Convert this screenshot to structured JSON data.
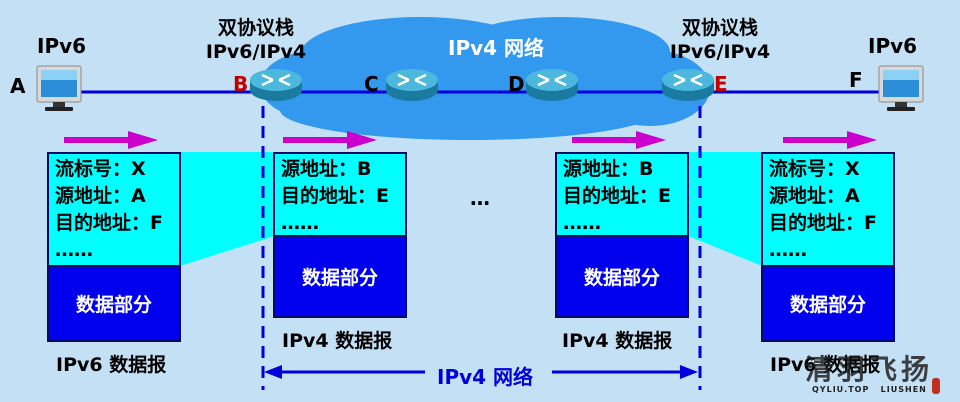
{
  "diagram": {
    "title_left_host": "IPv6",
    "title_right_host": "IPv6",
    "dual_stack_left": {
      "line1": "双协议栈",
      "line2": "IPv6/IPv4"
    },
    "dual_stack_right": {
      "line1": "双协议栈",
      "line2": "IPv6/IPv4"
    },
    "cloud_label": "IPv4 网络",
    "nodes": {
      "A": "A",
      "B": "B",
      "C": "C",
      "D": "D",
      "E": "E",
      "F": "F"
    },
    "ellipsis": "…",
    "packets": [
      {
        "id": "ipv6-left",
        "header": [
          "流标号：X",
          "源地址：A",
          "目的地址：F",
          "……"
        ],
        "body": "数据部分",
        "caption": "IPv6 数据报"
      },
      {
        "id": "ipv4-left",
        "header": [
          "源地址：B",
          "目的地址：E",
          "……"
        ],
        "body": "数据部分",
        "caption": "IPv4 数据报"
      },
      {
        "id": "ipv4-right",
        "header": [
          "源地址：B",
          "目的地址：E",
          "……"
        ],
        "body": "数据部分",
        "caption": "IPv4 数据报"
      },
      {
        "id": "ipv6-right",
        "header": [
          "流标号：X",
          "源地址：A",
          "目的地址：F",
          "……"
        ],
        "body": "数据部分",
        "caption": "IPv6 数据报"
      }
    ],
    "span_label": "IPv4 网络",
    "watermark": {
      "text": "清羽飞扬",
      "sub": "QYLIU.TOP   LIUSHEN"
    }
  },
  "colors": {
    "background": "#c4e0f4",
    "cloud": "#3399ee",
    "link": "#0000dd",
    "arrow": "#cc00cc",
    "header": "#00ffff",
    "body": "#0000ee",
    "node_label_red": "#c00000"
  }
}
